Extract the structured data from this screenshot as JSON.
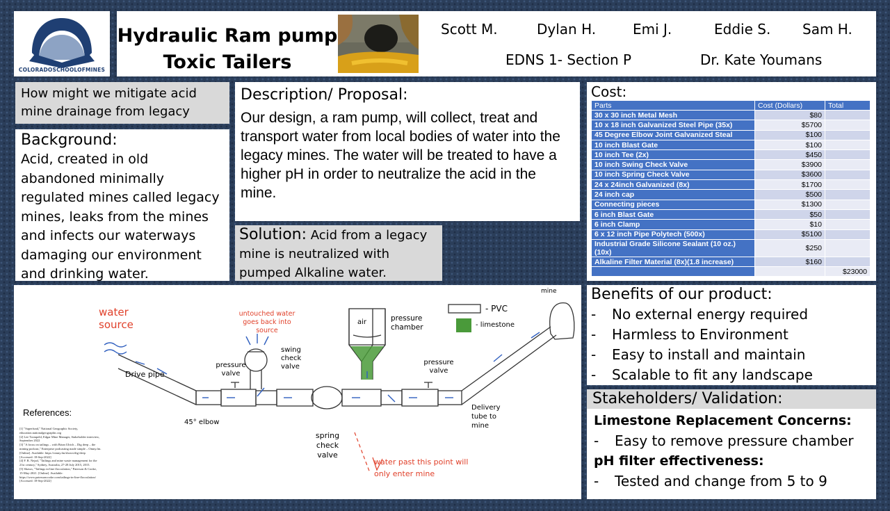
{
  "header": {
    "logo_text": "COLORADOSCHOOLOFMINES",
    "title_line1": "Hydraulic Ram pump",
    "title_line2": "Toxic Tailers",
    "members": [
      "Scott M.",
      "Dylan H.",
      "Emi J.",
      "Eddie S.",
      "Sam H."
    ],
    "course": "EDNS 1- Section P",
    "instructor": "Dr. Kate Youmans"
  },
  "question": "How might we mitigate acid mine drainage from legacy mines?",
  "background": {
    "title": "Background:",
    "text": "Acid, created in old abandoned minimally regulated mines called legacy mines, leaks from the mines and infects our waterways damaging our environment and drinking water."
  },
  "description": {
    "title": "Description/ Proposal:",
    "text": "Our design, a ram pump, will collect, treat and transport water from local bodies of water into the legacy mines. The water will be treated to have a higher pH in order to neutralize the acid in the mine."
  },
  "solution": {
    "title": "Solution:",
    "text": "Acid from a legacy mine is neutralized with pumped Alkaline water."
  },
  "cost": {
    "title": "Cost:",
    "headers": [
      "Parts",
      "Cost (Dollars)",
      "Total"
    ],
    "rows": [
      {
        "part": "30 x 30 inch Metal Mesh",
        "cost": "$80"
      },
      {
        "part": "10 x 18 inch Galvanized Steel Pipe (35x)",
        "cost": "$5700"
      },
      {
        "part": "45 Degree Elbow Joint Galvanized Steal",
        "cost": "$100"
      },
      {
        "part": "10 inch Blast Gate",
        "cost": "$100"
      },
      {
        "part": "10 inch Tee (2x)",
        "cost": "$450"
      },
      {
        "part": "10 inch Swing Check Valve",
        "cost": "$3900"
      },
      {
        "part": "10 inch Spring Check Valve",
        "cost": "$3600"
      },
      {
        "part": "24 x 24inch Galvanized (8x)",
        "cost": "$1700"
      },
      {
        "part": "24 inch cap",
        "cost": "$500"
      },
      {
        "part": "Connecting pieces",
        "cost": "$1300"
      },
      {
        "part": "6 inch Blast Gate",
        "cost": "$50"
      },
      {
        "part": "6 inch Clamp",
        "cost": "$10"
      },
      {
        "part": "6 x 12 inch Pipe Polytech (500x)",
        "cost": "$5100"
      },
      {
        "part": "Industrial Grade Silicone Sealant (10 oz.) (10x)",
        "cost": "$250"
      },
      {
        "part": "Alkaline Filter Material (8x)(1.8 increase)",
        "cost": "$160"
      }
    ],
    "total": "$23000"
  },
  "diagram": {
    "water_source": "water source",
    "drive_pipe": "Drive pipe",
    "elbow": "45° elbow",
    "pressure_valve_left": "pressure valve",
    "untouched": "untouched water goes back into source",
    "swing_check": "swing check valve",
    "air": "air",
    "pressure_chamber": "pressure chamber",
    "pvc": "- PVC",
    "limestone": "- limestone",
    "mine": "mine",
    "pressure_valve_right": "pressure valve",
    "delivery": "Delivery tube to mine",
    "spring_check": "spring check valve",
    "water_past": "water past this point will only enter mine",
    "references_title": "References:",
    "references": [
      "[1] \"Superfund,\" National Geographic Society,",
      "education.nationalgeographic.org",
      "[2] Lee Trompeld, Edgar Mine Manager, Stakeholder interview,",
      "September 2022",
      "[3] \"A focus on tailings – with Brian Ulrich – Dig deep – the",
      "mining podcast,\" Enterprise podcasting made simple – Omny.fm.",
      "[Online]. Available: https://omny.fm/shows/dig-deep",
      "[Accessed: 18-Sep-2022]",
      "[4] F. R. Nejad, \"Tailings and mine waste management for the",
      "21st century,\" Sydney, Australia, 27-28 July 2015, 2015.",
      "[5] Shawn, \"Tailings in-line flocculation,\" Paterson & Cooke,",
      "15-May-2021. [Online]. Available:",
      "https://www.patersoncooke.com/tailings-in-line-flocculation/",
      "[Accessed: 18-Sep-2022]"
    ]
  },
  "benefits": {
    "title": "Benefits of our product:",
    "items": [
      "No external energy required",
      "Harmless to Environment",
      "Easy to install and maintain",
      "Scalable to fit any landscape"
    ]
  },
  "stakeholders": {
    "title": "Stakeholders/ Validation:",
    "h1": "Limestone Replacement Concerns:",
    "i1": "Easy to remove pressure chamber",
    "h2": "pH filter effectiveness:",
    "i2": "Tested and change from 5 to 9"
  },
  "colors": {
    "header_blue": "#4472c4",
    "ink_blue": "#2f5fbf",
    "ink_red": "#e0402a",
    "limestone_green": "#4a9a3a"
  }
}
